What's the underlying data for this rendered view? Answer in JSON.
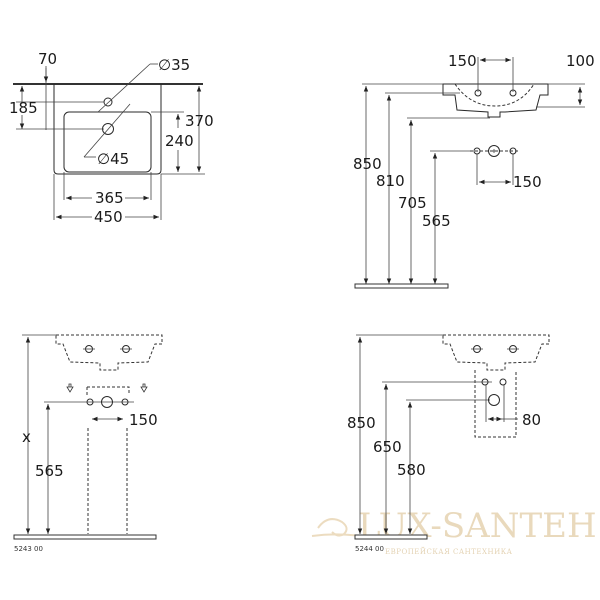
{
  "views": {
    "top_view": {
      "dims": {
        "d70": "70",
        "d185": "185",
        "d35": "∅35",
        "d45": "∅45",
        "d370": "370",
        "d240": "240",
        "d365": "365",
        "d450": "450"
      }
    },
    "side_view": {
      "dims": {
        "d150_top": "150",
        "d100": "100",
        "d850": "850",
        "d810": "810",
        "d705": "705",
        "d565": "565",
        "d150_bottom": "150"
      }
    },
    "pedestal_view": {
      "dims": {
        "x": "x",
        "d565": "565",
        "d150": "150"
      },
      "code": "5243 00"
    },
    "semipedestal_view": {
      "dims": {
        "d850": "850",
        "d650": "650",
        "d580": "580",
        "d80": "80"
      },
      "code": "5244 00"
    }
  },
  "watermark": {
    "brand": "LUX-SANTEH",
    "tagline": "ЕВРОПЕЙСКАЯ САНТЕХНИКА"
  }
}
